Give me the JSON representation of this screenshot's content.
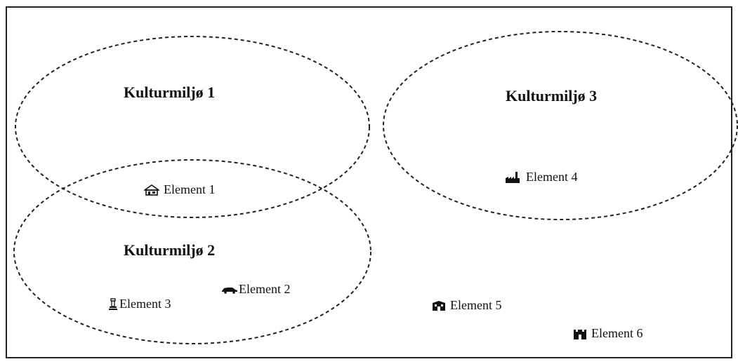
{
  "diagram": {
    "groups": [
      {
        "id": "km1",
        "label": "Kulturmiljø 1"
      },
      {
        "id": "km2",
        "label": "Kulturmiljø 2"
      },
      {
        "id": "km3",
        "label": "Kulturmiljø 3"
      }
    ],
    "elements": [
      {
        "id": "e1",
        "label": "Element 1",
        "icon": "house-icon"
      },
      {
        "id": "e2",
        "label": "Element 2",
        "icon": "car-icon"
      },
      {
        "id": "e3",
        "label": "Element 3",
        "icon": "monument-icon"
      },
      {
        "id": "e4",
        "label": "Element 4",
        "icon": "factory-icon"
      },
      {
        "id": "e5",
        "label": "Element 5",
        "icon": "building-icon"
      },
      {
        "id": "e6",
        "label": "Element 6",
        "icon": "castle-icon"
      }
    ],
    "colors": {
      "stroke": "#222222",
      "text": "#111111"
    }
  }
}
